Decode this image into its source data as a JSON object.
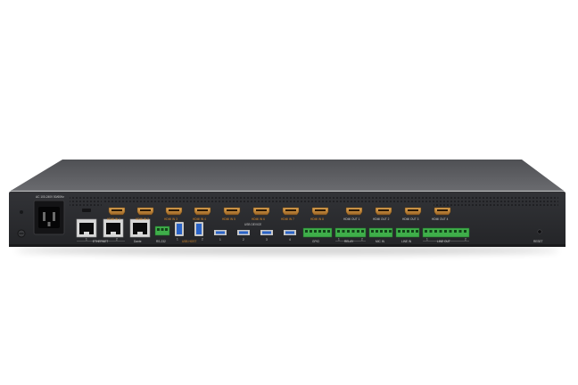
{
  "device": {
    "power": {
      "rating": "AC 100-240V 50/60Hz"
    },
    "ethernet": {
      "label": "ETHERNET",
      "ports": [
        "1",
        "2"
      ]
    },
    "dante": {
      "label": "Dante"
    },
    "hdmi_in": {
      "labels": [
        "HDMI IN 1",
        "HDMI IN 2",
        "HDMI IN 3",
        "HDMI IN 4",
        "HDMI IN 5",
        "HDMI IN 6",
        "HDMI IN 7",
        "HDMI IN 8"
      ]
    },
    "hdmi_out": {
      "labels": [
        "HDMI OUT 1",
        "HDMI OUT 2",
        "HDMI OUT 3",
        "HDMI OUT 4"
      ]
    },
    "usb_host": {
      "label": "USB HOST",
      "ports": [
        "1",
        "2"
      ]
    },
    "usb_device": {
      "label": "USB DEVICE",
      "ports": [
        "1",
        "2",
        "3",
        "4"
      ]
    },
    "terminals": {
      "rs232": "RS-232",
      "gpio": "GPIO",
      "relay": "RELAY",
      "relay_ports": [
        "1",
        "2"
      ],
      "mic_in": "MIC IN",
      "line_in": "LINE IN",
      "line_out": "LINE OUT",
      "line_out_ports": [
        "1",
        "2"
      ]
    },
    "reset": {
      "label": "RESET"
    }
  },
  "colors": {
    "chassis_top": "#5a5b5e",
    "chassis_front": "#2b2c2f",
    "hdmi_gold": "#c78a3a",
    "usb_blue": "#2a63c7",
    "terminal_green": "#3fae4a",
    "label_orange": "#d9892a"
  }
}
